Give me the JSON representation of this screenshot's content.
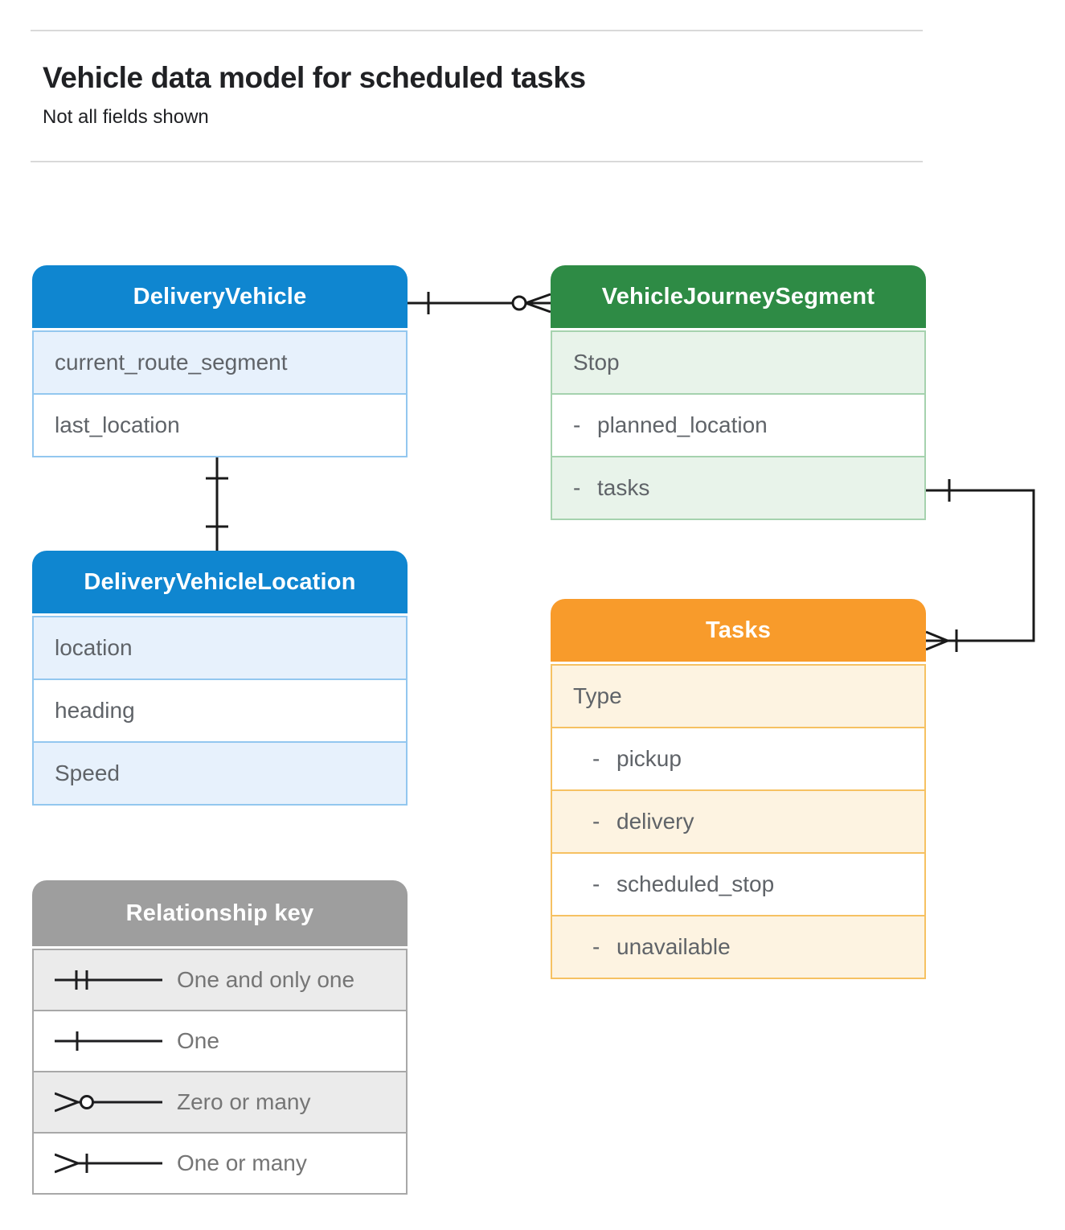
{
  "page": {
    "title": "Vehicle data model for scheduled tasks",
    "subtitle": "Not all fields shown"
  },
  "entities": [
    {
      "name": "DeliveryVehicle",
      "theme": "blue",
      "rows": [
        {
          "prefix": "",
          "label": "current_route_segment"
        },
        {
          "prefix": "",
          "label": "last_location"
        }
      ]
    },
    {
      "name": "VehicleJourneySegment",
      "theme": "green",
      "rows": [
        {
          "prefix": "",
          "label": "Stop"
        },
        {
          "prefix": "-",
          "label": "planned_location"
        },
        {
          "prefix": "-",
          "label": "tasks"
        }
      ]
    },
    {
      "name": "DeliveryVehicleLocation",
      "theme": "blue",
      "rows": [
        {
          "prefix": "",
          "label": "location"
        },
        {
          "prefix": "",
          "label": "heading"
        },
        {
          "prefix": "",
          "label": "Speed"
        }
      ]
    },
    {
      "name": "Tasks",
      "theme": "orange",
      "rows": [
        {
          "prefix": "",
          "label": "Type"
        },
        {
          "prefix": "-",
          "label": "pickup"
        },
        {
          "prefix": "-",
          "label": "delivery"
        },
        {
          "prefix": "-",
          "label": "scheduled_stop"
        },
        {
          "prefix": "-",
          "label": "unavailable"
        }
      ]
    }
  ],
  "legend": {
    "title": "Relationship key",
    "items": [
      {
        "symbol": "one-and-only-one",
        "label": "One and only one"
      },
      {
        "symbol": "one",
        "label": "One"
      },
      {
        "symbol": "zero-or-many",
        "label": "Zero or many"
      },
      {
        "symbol": "one-or-many",
        "label": "One or many"
      }
    ]
  },
  "relationships": [
    {
      "from": "DeliveryVehicle",
      "to": "VehicleJourneySegment",
      "from_cardinality": "one",
      "to_cardinality": "zero-or-many"
    },
    {
      "from": "DeliveryVehicle",
      "to": "DeliveryVehicleLocation",
      "from_cardinality": "one",
      "to_cardinality": "one"
    },
    {
      "from": "VehicleJourneySegment.tasks",
      "to": "Tasks",
      "from_cardinality": "one",
      "to_cardinality": "one-or-many"
    }
  ],
  "colors": {
    "blue_header": "#0f86d0",
    "blue_row": "#e7f1fc",
    "blue_border": "#93c7ef",
    "green_header": "#2e8b45",
    "green_row": "#e8f3ea",
    "green_border": "#a5d2ae",
    "orange_header": "#f89b2b",
    "orange_row": "#fdf3e1",
    "orange_border": "#f6c162",
    "gray_header": "#9e9e9e",
    "gray_row": "#ebebeb",
    "gray_border": "#a8a8a8",
    "connector": "#1a1a1a",
    "row_text": "#5f6368",
    "legend_text": "#757575"
  }
}
